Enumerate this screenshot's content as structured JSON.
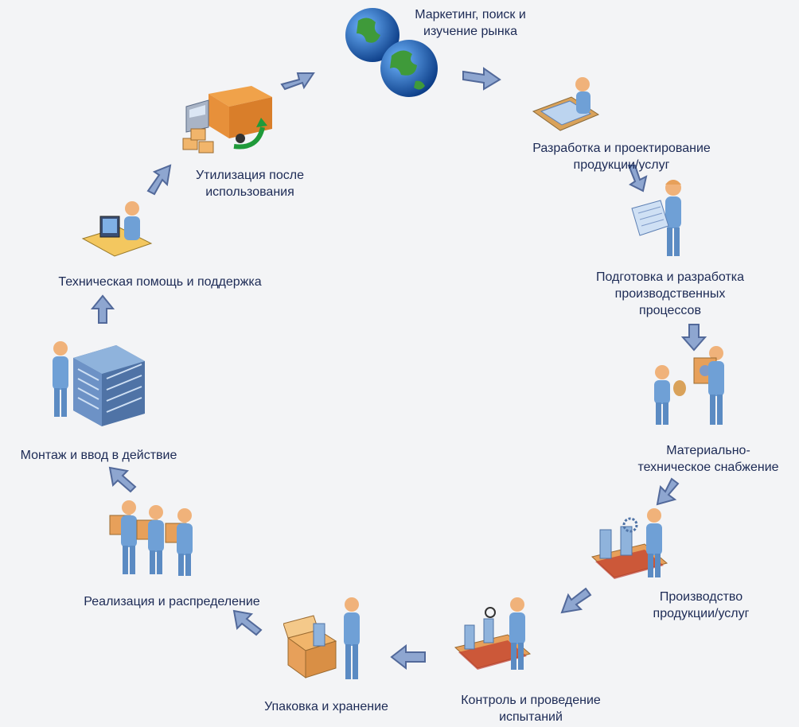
{
  "stages": [
    {
      "id": "marketing",
      "lines": [
        "Маркетинг, поиск и",
        "изучение рынка"
      ],
      "icon": "globe-icon"
    },
    {
      "id": "design",
      "lines": [
        "Разработка и проектирование",
        "продукции/услуг"
      ],
      "icon": "designer-at-desk-icon"
    },
    {
      "id": "process-prep",
      "lines": [
        "Подготовка и разработка",
        "производственных",
        "процессов"
      ],
      "icon": "engineer-with-blueprint-icon"
    },
    {
      "id": "supply",
      "lines": [
        "Материально-",
        "техническое снабжение"
      ],
      "icon": "workers-with-crate-icon"
    },
    {
      "id": "production",
      "lines": [
        "Производство",
        "продукции/услуг"
      ],
      "icon": "production-line-icon"
    },
    {
      "id": "testing",
      "lines": [
        "Контроль и проведение",
        "испытаний"
      ],
      "icon": "inspection-conveyor-icon"
    },
    {
      "id": "packaging",
      "lines": [
        "Упаковка и хранение"
      ],
      "icon": "packing-box-icon"
    },
    {
      "id": "distribution",
      "lines": [
        "Реализация и распределение"
      ],
      "icon": "workers-carrying-boxes-icon"
    },
    {
      "id": "installation",
      "lines": [
        "Монтаж и ввод в действие"
      ],
      "icon": "server-rack-technician-icon"
    },
    {
      "id": "support",
      "lines": [
        "Техническая помощь и поддержка"
      ],
      "icon": "support-operator-icon"
    },
    {
      "id": "disposal",
      "lines": [
        "Утилизация после",
        "использования"
      ],
      "icon": "delivery-truck-icon"
    }
  ],
  "colors": {
    "text": "#1c2a55",
    "arrow": "#8ea6d0",
    "arrow_stroke": "#52699a",
    "person": "#6fa0d6",
    "skin": "#f0b27a",
    "box": "#e7a05a",
    "globe_ocean": "#1e66b8",
    "globe_land": "#3f9a3a"
  }
}
